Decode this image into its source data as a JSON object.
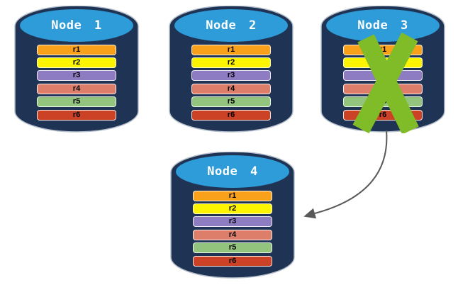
{
  "diagram": {
    "type": "database-replication-failover",
    "background": "#FFFFFF"
  },
  "nodes": [
    {
      "title": "Node 1",
      "rows": [
        "r1",
        "r2",
        "r3",
        "r4",
        "r5",
        "r6"
      ],
      "failed": false
    },
    {
      "title": "Node 2",
      "rows": [
        "r1",
        "r2",
        "r3",
        "r4",
        "r5",
        "r6"
      ],
      "failed": false
    },
    {
      "title": "Node 3",
      "rows": [
        "r1",
        "r2",
        "r3",
        "r4",
        "r5",
        "r6"
      ],
      "failed": true
    },
    {
      "title": "Node 4",
      "rows": [
        "r1",
        "r2",
        "r3",
        "r4",
        "r5",
        "r6"
      ],
      "failed": false
    }
  ],
  "arrow": {
    "from": "Node 3",
    "to": "Node 4",
    "style": "curved",
    "color": "#595959"
  },
  "icons": {
    "failure": "green-x-mark"
  },
  "colors": {
    "cylinder_body": "#1F3355",
    "cylinder_outline": "#B6C0CC",
    "cylinder_top": "#2E9CD9",
    "title_text": "#FFFFFF",
    "row_text": "#000000",
    "row_colors": {
      "r1": "#F9A11B",
      "r2": "#FDF500",
      "r3": "#8E7CC3",
      "r4": "#DD7E6B",
      "r5": "#93C47D",
      "r6": "#CB4226"
    },
    "failure_x": "#80BC28",
    "arrow": "#595959"
  }
}
